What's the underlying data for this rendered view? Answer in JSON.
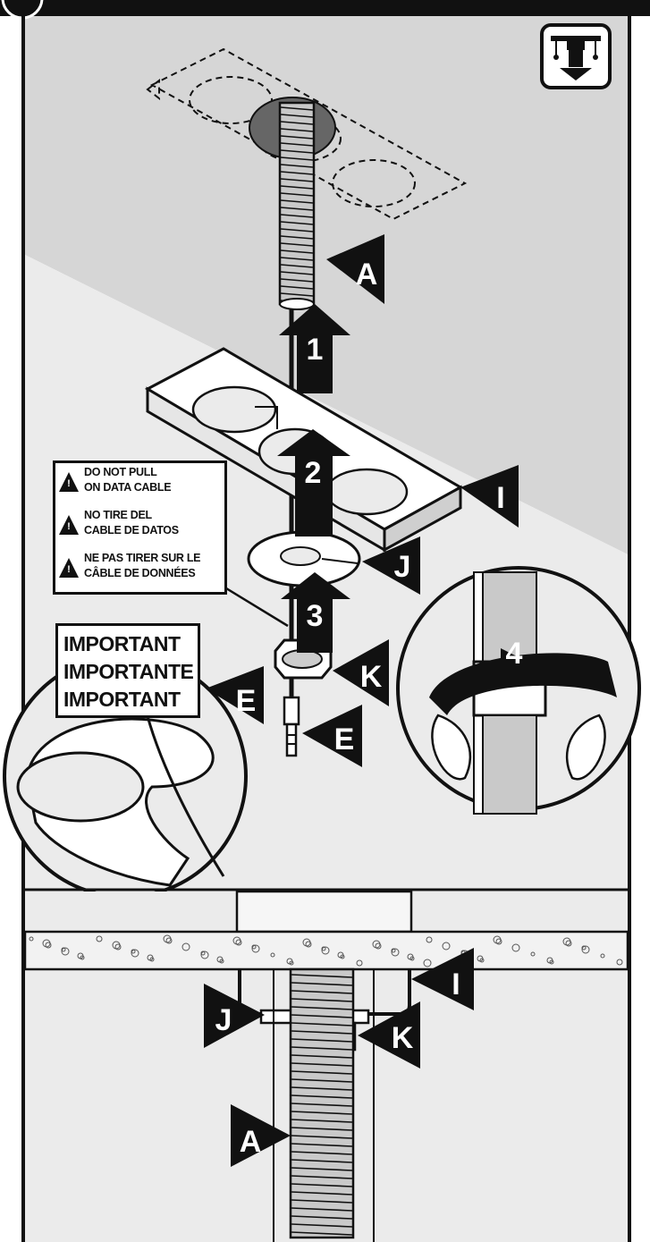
{
  "warnings": [
    {
      "line1": "DO NOT PULL",
      "line2": "ON DATA CABLE"
    },
    {
      "line1": "NO TIRE DEL",
      "line2": "CABLE DE DATOS"
    },
    {
      "line1": "NE PAS TIRER SUR LE",
      "line2": "CÂBLE DE DONNÉES"
    }
  ],
  "important": [
    "IMPORTANT",
    "IMPORTANTE",
    "IMPORTANT"
  ],
  "callouts": {
    "A_top": "A",
    "I_top": "I",
    "J_top": "J",
    "K_top": "K",
    "E_top": "E",
    "E_zoom": "E",
    "I_bottom": "I",
    "J_bottom": "J",
    "K_bottom": "K",
    "A_bottom": "A"
  },
  "steps": {
    "s1": "1",
    "s2": "2",
    "s3": "3",
    "s4": "4"
  },
  "icons": {
    "mount_icon": "under-counter-install-icon",
    "warning_icon": "warning-triangle-icon"
  },
  "colors": {
    "ceiling": "#d6d6d6",
    "wall": "#ebebeb",
    "ink": "#111111",
    "hose": "#c9c9c9",
    "counter": "#f2f2f2"
  }
}
